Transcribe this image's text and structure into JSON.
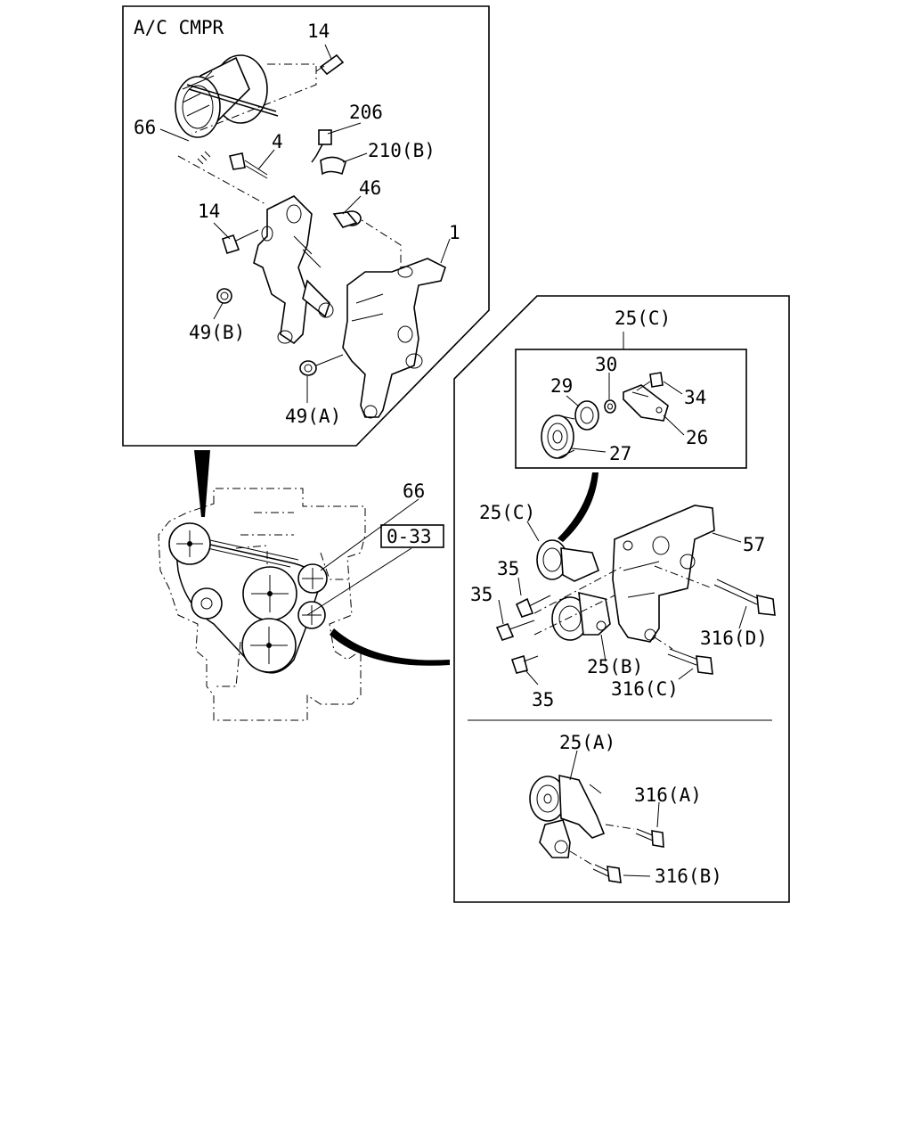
{
  "callouts": {
    "ac_cmpr": "A/C CMPR",
    "c14_top": "14",
    "c206": "206",
    "c66_top": "66",
    "c4": "4",
    "c210b": "210(B)",
    "c46": "46",
    "c14_mid": "14",
    "c1": "1",
    "c49b": "49(B)",
    "c49a": "49(A)",
    "c66_eng": "66",
    "ref_033": "0-33",
    "c25c_box": "25(C)",
    "c30": "30",
    "c29": "29",
    "c34": "34",
    "c26": "26",
    "c27": "27",
    "c25c_side": "25(C)",
    "c57": "57",
    "c35_a": "35",
    "c35_b": "35",
    "c316d": "316(D)",
    "c25b": "25(B)",
    "c316c": "316(C)",
    "c35_c": "35",
    "c25a": "25(A)",
    "c316a": "316(A)",
    "c316b": "316(B)"
  }
}
